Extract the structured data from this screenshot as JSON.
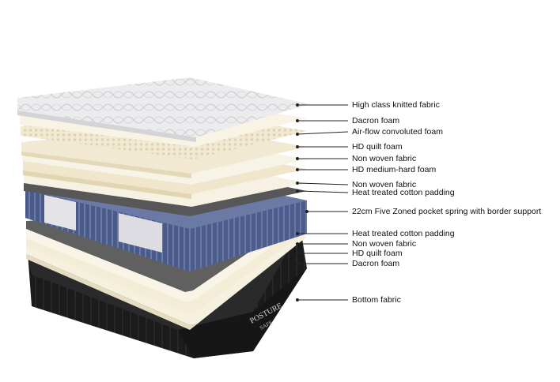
{
  "colors": {
    "knit_fabric": "#e9e9ea",
    "foam_cream": "#f2ebd6",
    "foam_light": "#f7f2e3",
    "non_woven": "#f4efe0",
    "cotton_padding": "#5e5e5e",
    "spring_blue": "#4a5a88",
    "bottom_black": "#1c1c1c",
    "leader_line": "#222222"
  },
  "layers": [
    {
      "label": "High class knitted fabric"
    },
    {
      "label": "Dacron foam"
    },
    {
      "label": "Air-flow convoluted foam"
    },
    {
      "label": "HD quilt foam"
    },
    {
      "label": "Non woven fabric"
    },
    {
      "label": "HD medium-hard foam"
    },
    {
      "label": "Non woven fabric"
    },
    {
      "label": "Heat treated cotton padding"
    },
    {
      "label": "22cm Five Zoned pocket spring with border support"
    },
    {
      "label": "Heat treated cotton padding"
    },
    {
      "label": "Non woven fabric"
    },
    {
      "label": "HD quilt foam"
    },
    {
      "label": "Dacron foam"
    },
    {
      "label": "Bottom fabric"
    }
  ],
  "brand": {
    "name": "POSTURE",
    "sub": "SAFE"
  }
}
